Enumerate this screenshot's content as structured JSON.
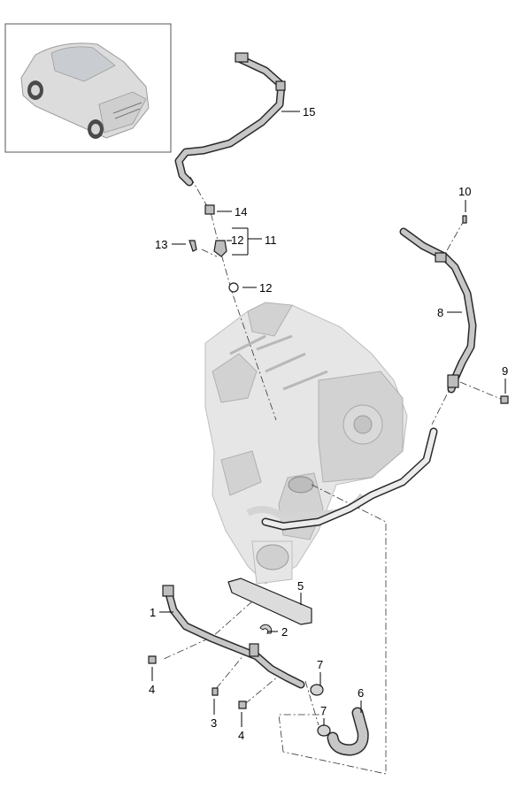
{
  "callouts": {
    "c1": "1",
    "c2": "2",
    "c3": "3",
    "c4a": "4",
    "c4b": "4",
    "c5": "5",
    "c6": "6",
    "c7a": "7",
    "c7b": "7",
    "c8": "8",
    "c9": "9",
    "c10": "10",
    "c11": "11",
    "c12a": "12",
    "c12b": "12",
    "c13": "13",
    "c14": "14",
    "c15": "15"
  },
  "colors": {
    "pipe": "#c7c7c7",
    "outline": "#2a2a2a",
    "engine": "#e6e6e6"
  }
}
